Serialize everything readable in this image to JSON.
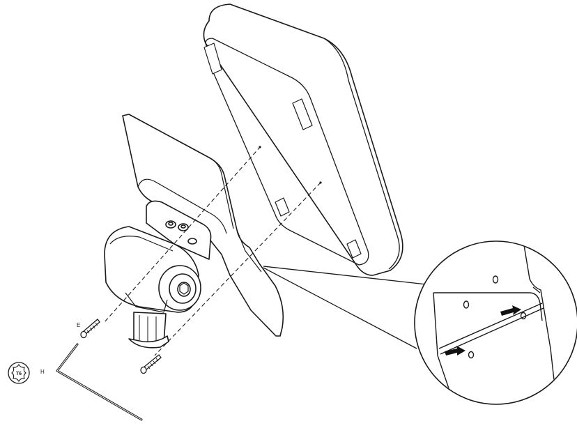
{
  "labels": {
    "screw_label": "E",
    "tool_label": "H",
    "torx_size": "T6"
  },
  "colors": {
    "line": "#1a1a1a",
    "arrow": "#111111",
    "paper": "#ffffff"
  },
  "icons": {
    "torx_badge": "torx-t6-icon",
    "hex_key": "l-hex-key-icon",
    "screw": "screw-icon",
    "arrow": "arrow-icon"
  }
}
